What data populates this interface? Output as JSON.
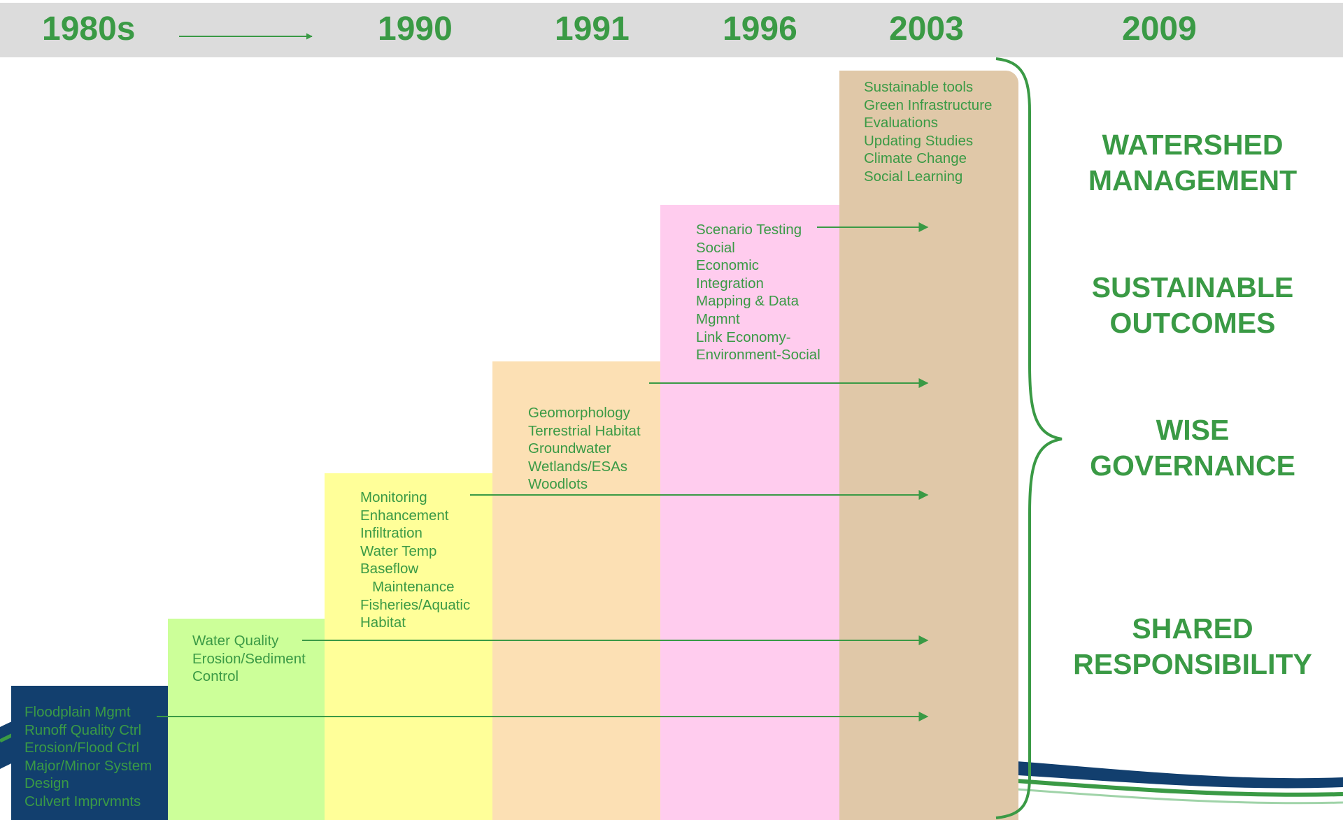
{
  "header": {
    "years": [
      "1980s",
      "1990",
      "1991",
      "1996",
      "2003",
      "2009"
    ]
  },
  "eras": [
    {
      "items": [
        "Floodplain Mgmt",
        "Runoff Quality Ctrl",
        "Erosion/Flood Ctrl",
        "Major/Minor System",
        "Design",
        "Culvert Imprvmnts"
      ]
    },
    {
      "items": [
        "Water Quality",
        "Erosion/Sediment",
        "Control"
      ]
    },
    {
      "items": [
        "Monitoring",
        "Enhancement",
        "Infiltration",
        "Water Temp",
        "Baseflow",
        "   Maintenance",
        "Fisheries/Aquatic",
        "Habitat"
      ]
    },
    {
      "items": [
        "Geomorphology",
        "Terrestrial Habitat",
        "Groundwater",
        "Wetlands/ESAs",
        "Woodlots"
      ]
    },
    {
      "items": [
        "Scenario Testing",
        "Social",
        "Economic",
        "Integration",
        "Mapping & Data",
        "Mgmnt",
        "Link Economy-",
        "Environment-Social"
      ]
    },
    {
      "items": [
        "Sustainable tools",
        "Green Infrastructure",
        "Evaluations",
        "Updating Studies",
        "Climate Change",
        "Social Learning"
      ]
    }
  ],
  "themes": [
    {
      "line1": "WATERSHED",
      "line2": "MANAGEMENT"
    },
    {
      "line1": "SUSTAINABLE",
      "line2": "OUTCOMES"
    },
    {
      "line1": "WISE",
      "line2": "GOVERNANCE"
    },
    {
      "line1": "SHARED",
      "line2": "RESPONSIBILITY"
    }
  ],
  "colors": {
    "accent_green": "#3a9a45",
    "header_bg": "#dcdcdc",
    "era_1980s": "#123f6e",
    "era_1990": "#ccff99",
    "era_1991": "#ffff99",
    "era_1996_a": "#fce0b4",
    "era_1996_b": "#ffccee",
    "era_2003": "#e0c8a8"
  }
}
